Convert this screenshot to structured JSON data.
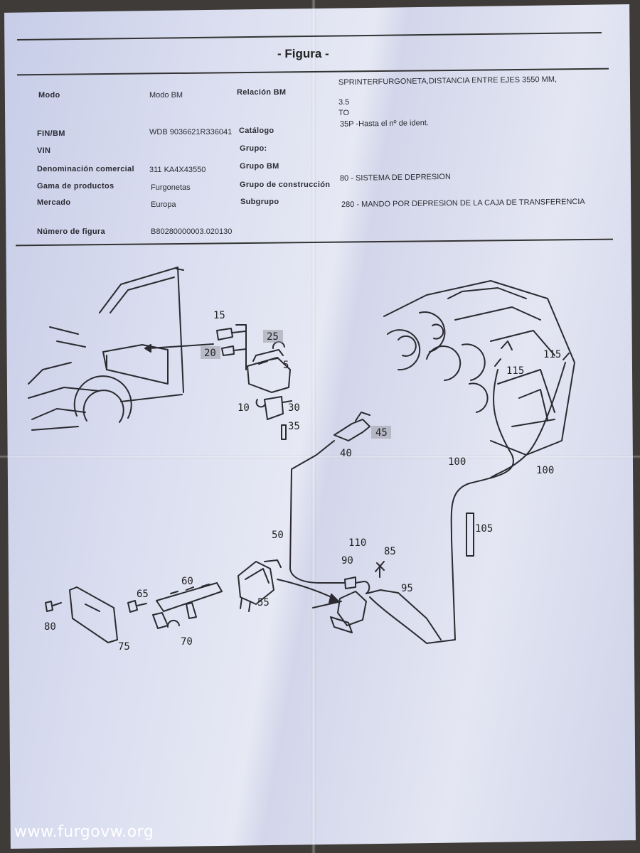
{
  "header": {
    "title": "- Figura -"
  },
  "info": {
    "modo_label": "Modo",
    "modo_value": "Modo BM",
    "relacion_label": "Relación BM",
    "relacion_value_1": "SPRINTERFURGONETA,DISTANCIA ENTRE EJES 3550 MM,",
    "relacion_value_2": "3.5",
    "relacion_value_3": "TO",
    "fin_label": "FIN/BM",
    "fin_value": "WDB  9036621R336041",
    "catalogo_label": "Catálogo",
    "catalogo_value": "35P  -Hasta el nº  de ident.",
    "vin_label": "VIN",
    "grupo_label": "Grupo:",
    "denominacion_label": "Denominación comercial",
    "denominacion_value": "311  KA4X43550",
    "grupo_bm_label": "Grupo BM",
    "gama_label": "Gama   de   productos",
    "gama_value": "Furgonetas",
    "grupo_construccion_label": "Grupo     de     construcción",
    "grupo_construccion_value": "80 - SISTEMA DE DEPRESION",
    "mercado_label": "Mercado",
    "mercado_value": "Europa",
    "subgrupo_label": "Subgrupo",
    "subgrupo_value": "280 - MANDO POR DEPRESION DE LA CAJA DE TRANSFERENCIA",
    "numero_label": "Número   de   figura",
    "numero_value": "B80280000003.020130"
  },
  "parts": {
    "p15": "15",
    "p25": "25",
    "p20": "20",
    "p5": "5",
    "p10": "10",
    "p30": "30",
    "p35": "35",
    "p45": "45",
    "p40": "40",
    "p115a": "115",
    "p115b": "115",
    "p100a": "100",
    "p100b": "100",
    "p105": "105",
    "p50": "50",
    "p110": "110",
    "p85": "85",
    "p90": "90",
    "p95": "95",
    "p60": "60",
    "p65": "65",
    "p55": "55",
    "p80": "80",
    "p75": "75",
    "p70": "70"
  },
  "watermark": "www.furgovw.org"
}
